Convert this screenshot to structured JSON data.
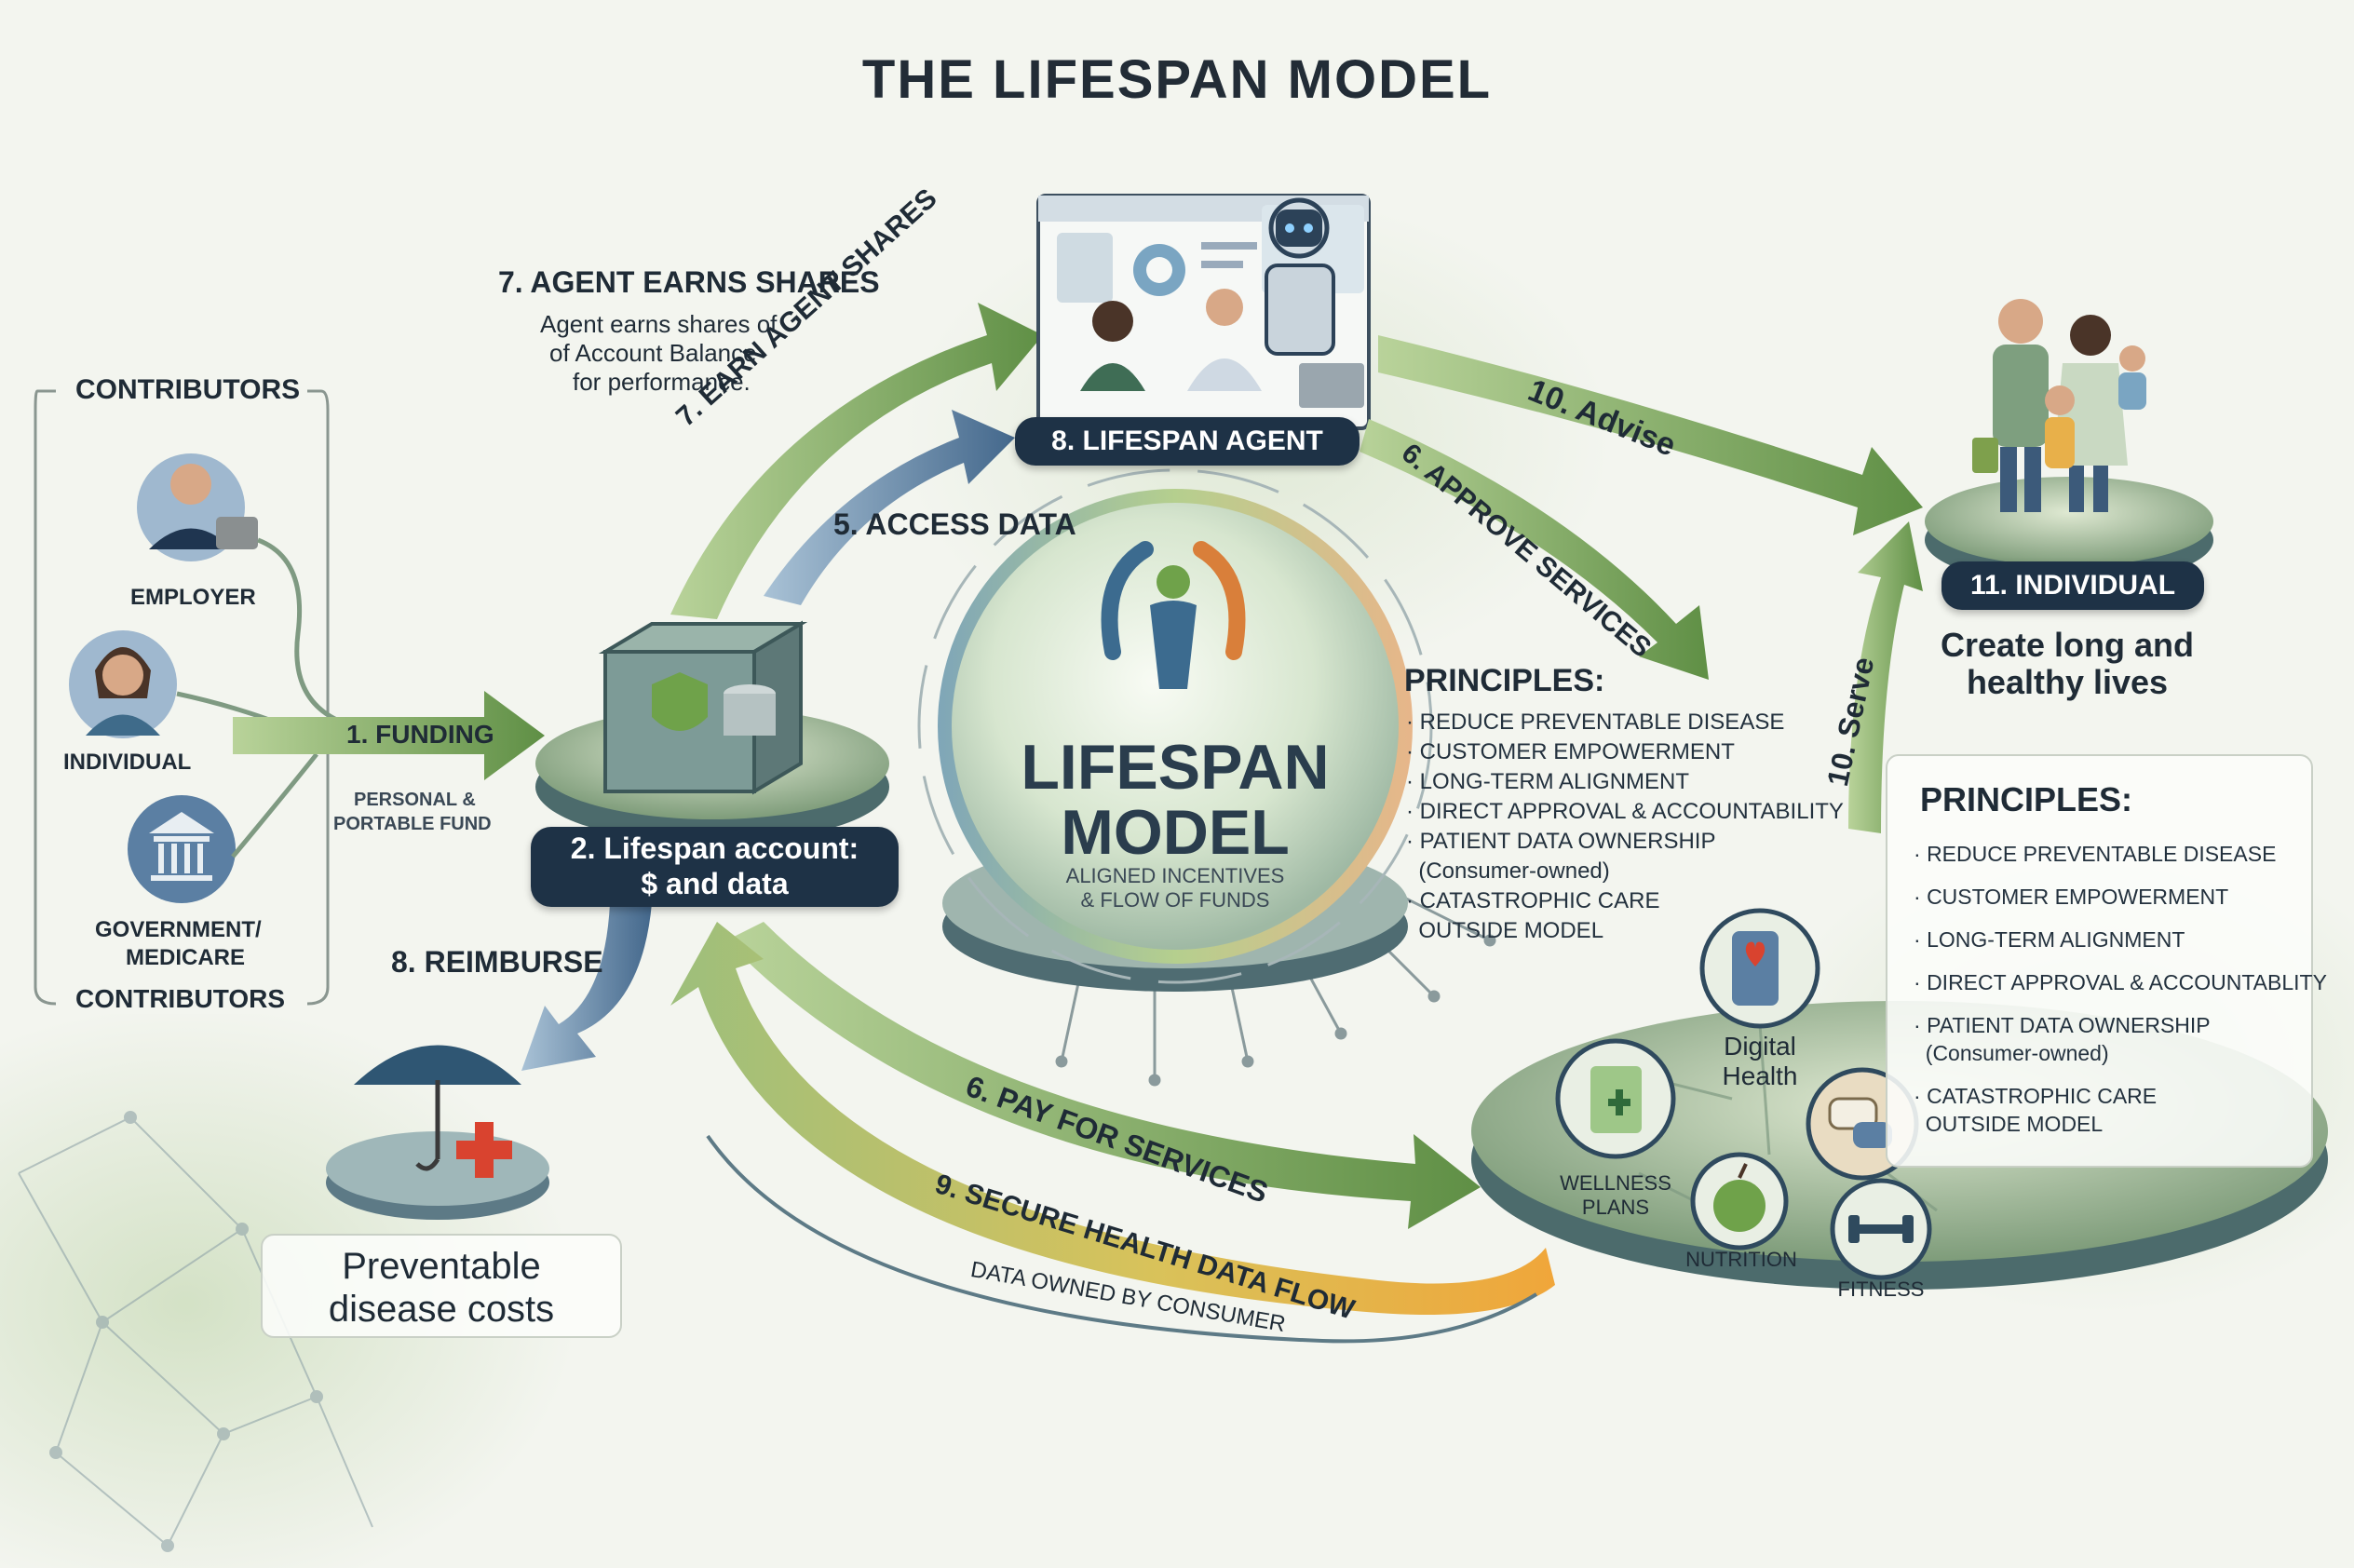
{
  "title": "THE LIFESPAN MODEL",
  "contributors": {
    "heading": "CONTRIBUTORS",
    "footer": "CONTRIBUTORS",
    "items": [
      {
        "label": "EMPLOYER",
        "icon": "employer-briefcase-icon"
      },
      {
        "label": "INDIVIDUAL",
        "icon": "individual-person-icon"
      },
      {
        "label": "GOVERNMENT/\nMEDICARE",
        "line1": "GOVERNMENT/",
        "line2": "MEDICARE",
        "icon": "government-building-icon"
      }
    ]
  },
  "funding": {
    "label": "1. FUNDING",
    "note_line1": "PERSONAL &",
    "note_line2": "PORTABLE FUND"
  },
  "account": {
    "line1": "2. Lifespan account:",
    "line2": "$ and data",
    "icon": "secure-vault-icon"
  },
  "reimburse": {
    "label": "8. REIMBURSE"
  },
  "preventable": {
    "line1": "Preventable",
    "line2": "disease costs",
    "icon": "umbrella-medical-icon"
  },
  "agent_earns": {
    "title": "7. AGENT EARNS SHARES",
    "line1": "Agent earns shares of",
    "line2": "of Account Balance",
    "line3": "for performance."
  },
  "flows": {
    "earn_agent_shares": "7. EARN AGENT SHARES",
    "access_data": "5. ACCESS DATA",
    "advise": "10. Advise",
    "approve_services": "6. APPROVE SERVICES",
    "serve": "10. Serve",
    "pay_for_services": "6. PAY FOR SERVICES",
    "secure_data_flow": "9. SECURE HEALTH DATA FLOW",
    "data_owned": "DATA OWNED BY CONSUMER"
  },
  "agent": {
    "label": "8. LIFESPAN AGENT",
    "icon": "agent-dashboard-robot-icon"
  },
  "center": {
    "line1": "LIFESPAN",
    "line2": "MODEL",
    "tag1": "ALIGNED INCENTIVES",
    "tag2": "& FLOW OF FUNDS",
    "icon": "lifespan-logo-icon"
  },
  "principles_center": {
    "heading": "PRINCIPLES:",
    "items": [
      "REDUCE PREVENTABLE DISEASE",
      "CUSTOMER EMPOWERMENT",
      "LONG-TERM ALIGNMENT",
      "DIRECT APPROVAL & ACCOUNTABILITY",
      "PATIENT DATA OWNERSHIP",
      "(Consumer-owned)",
      "CATASTROPHIC CARE",
      "OUTSIDE MODEL"
    ]
  },
  "individual": {
    "label": "11. INDIVIDUAL",
    "line1": "Create long and",
    "line2": "healthy lives",
    "icon": "family-icon"
  },
  "principles_right": {
    "heading": "PRINCIPLES:",
    "items": [
      "REDUCE PREVENTABLE DISEASE",
      "CUSTOMER EMPOWERMENT",
      "LONG-TERM ALIGNMENT",
      "DIRECT APPROVAL & ACCOUNTABLITY",
      "PATIENT DATA OWNERSHIP",
      "(Consumer-owned)",
      "CATASTROPHIC CARE",
      "OUTSIDE MODEL"
    ]
  },
  "services": {
    "digital_line1": "Digital",
    "digital_line2": "Health",
    "wellness_line1": "WELLNESS",
    "wellness_line2": "PLANS",
    "nutrition": "NUTRITION",
    "fitness": "FITNESS"
  },
  "colors": {
    "navy": "#1e3246",
    "green": "#6f9a4c",
    "blue": "#5b7fa3",
    "orange": "#e8a23a"
  }
}
